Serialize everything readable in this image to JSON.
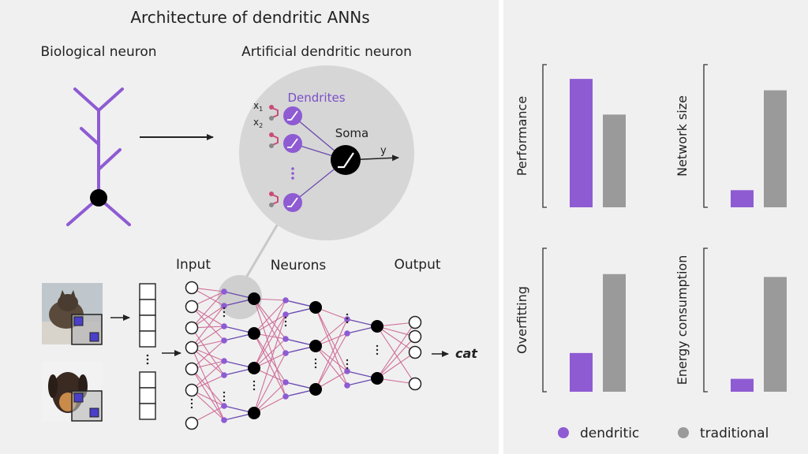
{
  "title": "Architecture of dendritic ANNs",
  "left": {
    "biological_label": "Biological neuron",
    "artificial_label": "Artificial dendritic neuron",
    "dendrites_label": "Dendrites",
    "soma_label": "Soma",
    "x1": "x",
    "x1_sub": "1",
    "x2": "x",
    "x2_sub": "2",
    "output_y": "y",
    "input_label": "Input",
    "neurons_label": "Neurons",
    "output_label": "Output",
    "output_class": "cat"
  },
  "colors": {
    "dendritic": "#8e5bd3",
    "traditional": "#9a9a9a",
    "connection_pink": "#cf6f99",
    "connection_purple": "#6b4ab0"
  },
  "chart_data": [
    {
      "type": "bar",
      "ylabel": "Performance",
      "categories": [
        "dendritic",
        "traditional"
      ],
      "values": [
        0.9,
        0.65
      ],
      "ylim": [
        0,
        1
      ]
    },
    {
      "type": "bar",
      "ylabel": "Network size",
      "categories": [
        "dendritic",
        "traditional"
      ],
      "values": [
        0.12,
        0.82
      ],
      "ylim": [
        0,
        1
      ]
    },
    {
      "type": "bar",
      "ylabel": "Overfitting",
      "categories": [
        "dendritic",
        "traditional"
      ],
      "values": [
        0.27,
        0.82
      ],
      "ylim": [
        0,
        1
      ]
    },
    {
      "type": "bar",
      "ylabel": "Energy consumption",
      "categories": [
        "dendritic",
        "traditional"
      ],
      "values": [
        0.09,
        0.8
      ],
      "ylim": [
        0,
        1
      ]
    }
  ],
  "legend": {
    "dendritic": "dendritic",
    "traditional": "traditional"
  }
}
